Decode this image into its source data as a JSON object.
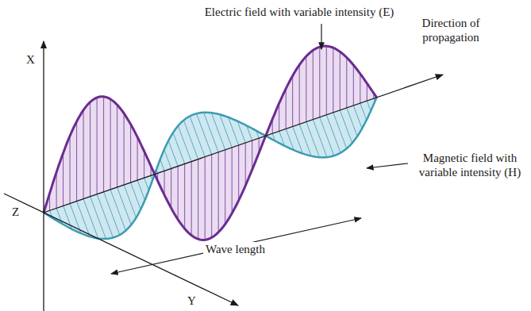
{
  "diagram": {
    "labels": [
      "Electric field with variable intensity (E)",
      "Direction of propagation",
      "Magnetic field with variable intensity (H)",
      "Wave length",
      "X",
      "Z",
      "Y"
    ]
  }
}
